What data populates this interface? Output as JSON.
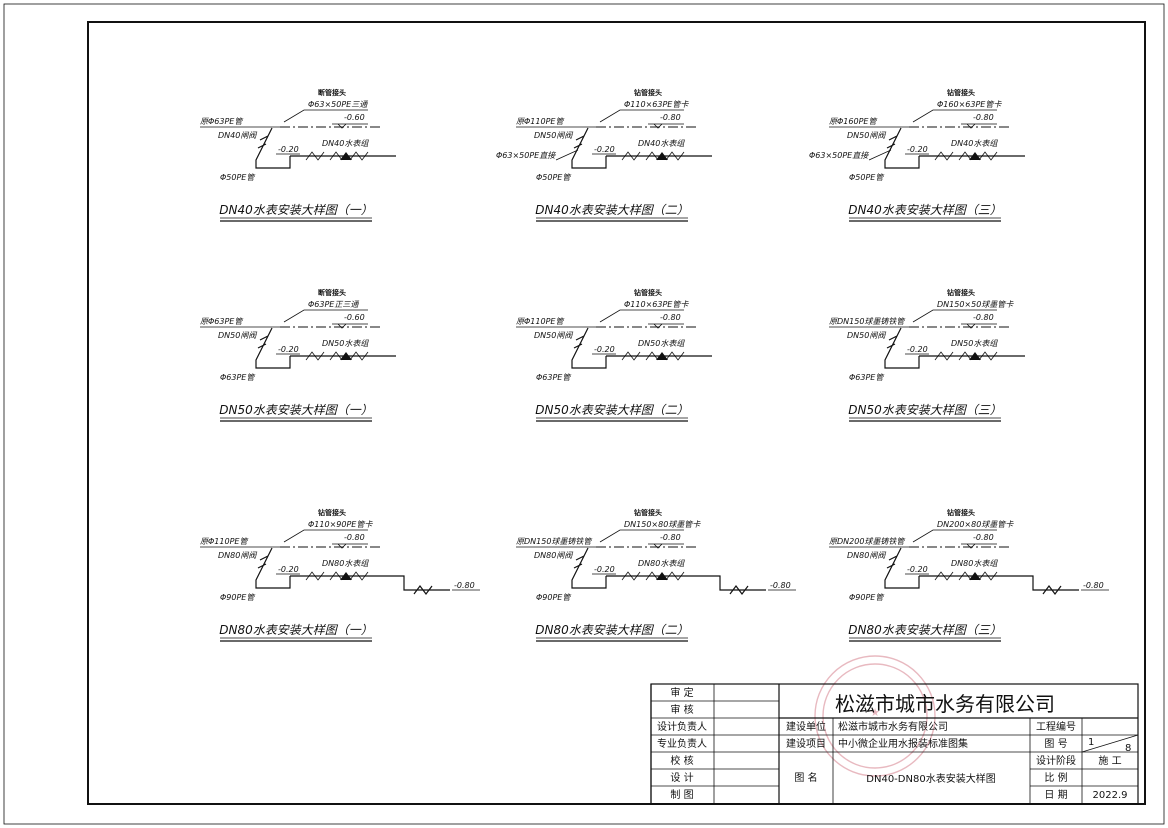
{
  "diagrams": [
    {
      "caption": "DN40水表安装大样图（一）",
      "labels": {
        "fitting": "断管接头",
        "tee": "Φ63×50PE三通",
        "source": "原Φ63PE管",
        "valve": "DN40闸阀",
        "pipe": "Φ50PE管",
        "meter": "DN40水表组",
        "elev_top": "-0.60",
        "elev_low": "-0.20"
      }
    },
    {
      "caption": "DN40水表安装大样图（二）",
      "labels": {
        "fitting": "钻管接头",
        "tee": "Φ110×63PE管卡",
        "source": "原Φ110PE管",
        "valve": "DN50闸阀",
        "reducer": "Φ63×50PE直接",
        "pipe": "Φ50PE管",
        "meter": "DN40水表组",
        "elev_top": "-0.80",
        "elev_low": "-0.20"
      }
    },
    {
      "caption": "DN40水表安装大样图（三）",
      "labels": {
        "fitting": "钻管接头",
        "tee": "Φ160×63PE管卡",
        "source": "原Φ160PE管",
        "valve": "DN50闸阀",
        "reducer": "Φ63×50PE直接",
        "pipe": "Φ50PE管",
        "meter": "DN40水表组",
        "elev_top": "-0.80",
        "elev_low": "-0.20"
      }
    },
    {
      "caption": "DN50水表安装大样图（一）",
      "labels": {
        "fitting": "断管接头",
        "tee": "Φ63PE正三通",
        "source": "原Φ63PE管",
        "valve": "DN50闸阀",
        "pipe": "Φ63PE管",
        "meter": "DN50水表组",
        "elev_top": "-0.60",
        "elev_low": "-0.20"
      }
    },
    {
      "caption": "DN50水表安装大样图（二）",
      "labels": {
        "fitting": "钻管接头",
        "tee": "Φ110×63PE管卡",
        "source": "原Φ110PE管",
        "valve": "DN50闸阀",
        "pipe": "Φ63PE管",
        "meter": "DN50水表组",
        "elev_top": "-0.80",
        "elev_low": "-0.20"
      }
    },
    {
      "caption": "DN50水表安装大样图（三）",
      "labels": {
        "fitting": "钻管接头",
        "tee": "DN150×50球墨管卡",
        "source": "原DN150球墨铸铁管",
        "valve": "DN50闸阀",
        "pipe": "Φ63PE管",
        "meter": "DN50水表组",
        "elev_top": "-0.80",
        "elev_low": "-0.20"
      }
    },
    {
      "caption": "DN80水表安装大样图（一）",
      "labels": {
        "fitting": "钻管接头",
        "tee": "Φ110×90PE管卡",
        "source": "原Φ110PE管",
        "valve": "DN80闸阀",
        "pipe": "Φ90PE管",
        "meter": "DN80水表组",
        "elev_top": "-0.80",
        "elev_low": "-0.20",
        "elev_out": "-0.80"
      }
    },
    {
      "caption": "DN80水表安装大样图（二）",
      "labels": {
        "fitting": "钻管接头",
        "tee": "DN150×80球墨管卡",
        "source": "原DN150球墨铸铁管",
        "valve": "DN80闸阀",
        "pipe": "Φ90PE管",
        "meter": "DN80水表组",
        "elev_top": "-0.80",
        "elev_low": "-0.20",
        "elev_out": "-0.80"
      }
    },
    {
      "caption": "DN80水表安装大样图（三）",
      "labels": {
        "fitting": "钻管接头",
        "tee": "DN200×80球墨管卡",
        "source": "原DN200球墨铸铁管",
        "valve": "DN80闸阀",
        "pipe": "Φ90PE管",
        "meter": "DN80水表组",
        "elev_top": "-0.80",
        "elev_low": "-0.20",
        "elev_out": "-0.80"
      }
    }
  ],
  "title_block": {
    "company": "松滋市城市水务有限公司",
    "roles": [
      "审 定",
      "审 核",
      "设计负责人",
      "专业负责人",
      "校 核",
      "设 计",
      "制 图"
    ],
    "build_unit_label": "建设单位",
    "build_unit_value": "松滋市城市水务有限公司",
    "project_label": "建设项目",
    "project_value": "中小微企业用水报装标准图集",
    "drawing_name_label": "图 名",
    "drawing_name_value": "DN40-DN80水表安装大样图",
    "proj_no_label": "工程编号",
    "sheet_no_label": "图 号",
    "sheet_no_value": "1",
    "sheet_total": "8",
    "stage_label": "设计阶段",
    "stage_value": "施 工",
    "scale_label": "比 例",
    "date_label": "日 期",
    "date_value": "2022.9"
  }
}
